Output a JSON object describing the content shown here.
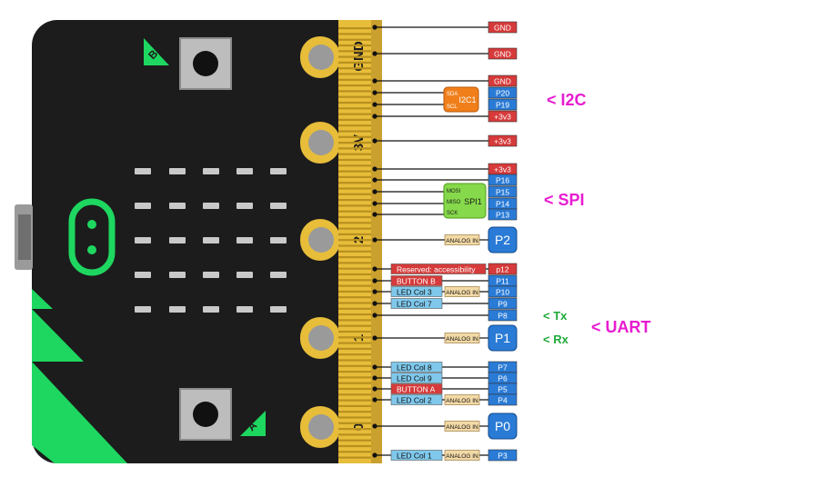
{
  "board": {
    "button_b": "B",
    "button_a": "A",
    "edge_labels": {
      "gnd": "GND",
      "v3": "3V",
      "p2": "2",
      "p1": "1",
      "p0": "0"
    }
  },
  "pins": {
    "gnd1": "GND",
    "gnd2": "GND",
    "gnd3": "GND",
    "p20": "P20",
    "p19": "P19",
    "v3a": "+3v3",
    "v3b": "+3v3",
    "v3c": "+3v3",
    "p16": "P16",
    "p15": "P15",
    "p14": "P14",
    "p13": "P13",
    "p2": "P2",
    "p12": "p12",
    "p11": "P11",
    "p10": "P10",
    "p9": "P9",
    "p8": "P8",
    "p1": "P1",
    "p7": "P7",
    "p6": "P6",
    "p5": "P5",
    "p4": "P4",
    "p0": "P0",
    "p3": "P3"
  },
  "functions": {
    "reserved": "Reserved: accessibility",
    "button_b": "BUTTON B",
    "led_col3": "LED Col 3",
    "led_col7": "LED Col 7",
    "led_col8": "LED Col 8",
    "led_col9": "LED Col 9",
    "button_a": "BUTTON A",
    "led_col2": "LED Col 2",
    "led_col1": "LED Col 1",
    "analog_in": "ANALOG IN"
  },
  "i2c": {
    "name": "I2C1",
    "sda": "SDA",
    "scl": "SCL"
  },
  "spi": {
    "name": "SPI1",
    "mosi": "MOSI",
    "miso": "MISO",
    "sck": "SCK"
  },
  "annotations": {
    "i2c": "< I2C",
    "spi": "< SPI",
    "tx": "< Tx",
    "rx": "< Rx",
    "uart": "< UART"
  },
  "colors": {
    "board": "#1c1c1c",
    "gold": "#e7bd3a",
    "green": "#1ed760",
    "led": "#c9c9c9",
    "gnd_red": "#d63a3a",
    "pin_blue": "#2a7bd6",
    "light_blue": "#7fc8ec",
    "orange": "#f07f1a",
    "lime": "#86d94a",
    "magenta": "#e81bd1",
    "tx_green": "#1eaa3a"
  }
}
